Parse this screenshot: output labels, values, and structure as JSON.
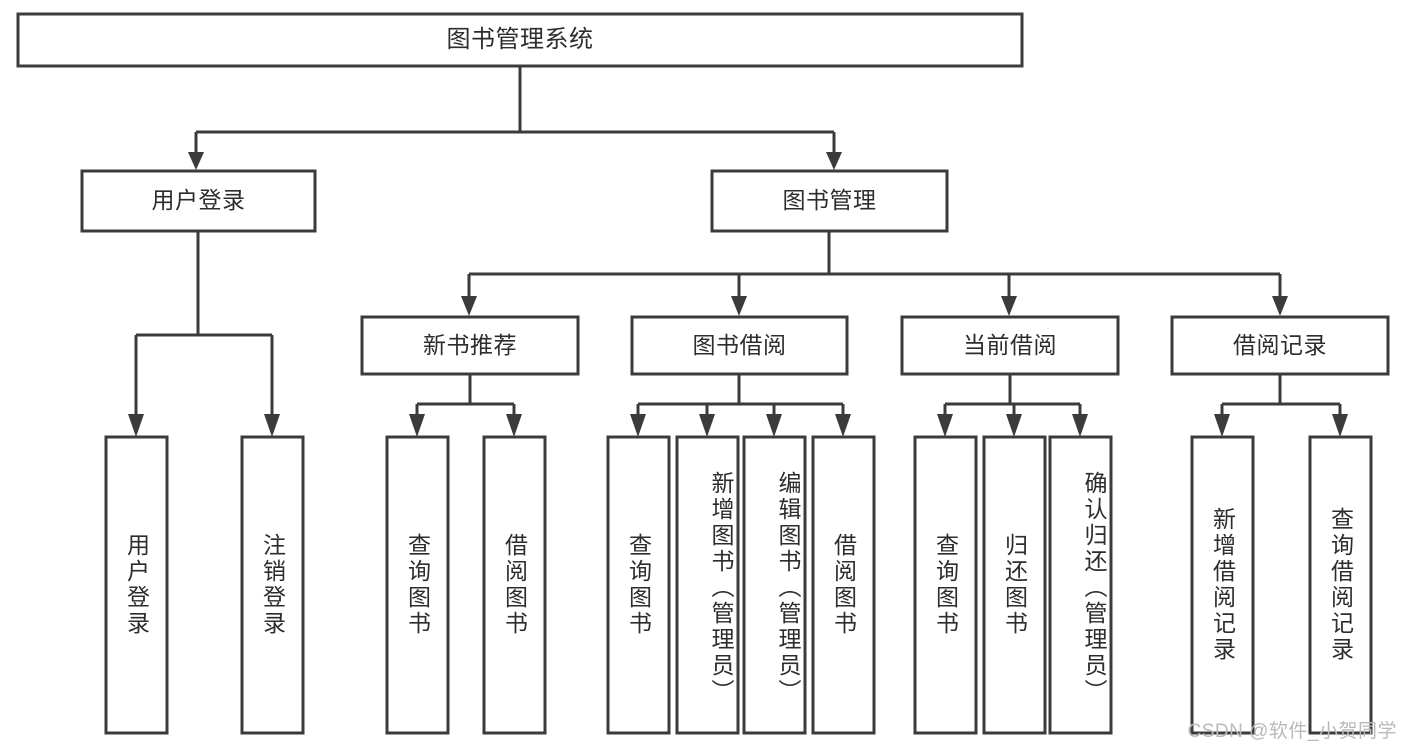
{
  "diagram": {
    "type": "tree-hierarchy",
    "title": "图书管理系统",
    "root": {
      "id": "root",
      "label": "图书管理系统"
    },
    "level2": [
      {
        "id": "user-login",
        "label": "用户登录"
      },
      {
        "id": "book-manage",
        "label": "图书管理"
      }
    ],
    "level3": [
      {
        "id": "new-book-recommend",
        "label": "新书推荐"
      },
      {
        "id": "book-borrow",
        "label": "图书借阅"
      },
      {
        "id": "current-borrow",
        "label": "当前借阅"
      },
      {
        "id": "borrow-record",
        "label": "借阅记录"
      }
    ],
    "leaves": [
      {
        "id": "leaf-user-login",
        "label": "用户登录",
        "parent": "user-login"
      },
      {
        "id": "leaf-logout-login",
        "label": "注销登录",
        "parent": "user-login"
      },
      {
        "id": "leaf-query-book-1",
        "label": "查询图书",
        "parent": "new-book-recommend"
      },
      {
        "id": "leaf-borrow-book-1",
        "label": "借阅图书",
        "parent": "new-book-recommend"
      },
      {
        "id": "leaf-query-book-2",
        "label": "查询图书",
        "parent": "book-borrow"
      },
      {
        "id": "leaf-add-book-admin",
        "label": "新增图书（管理员）",
        "parent": "book-borrow"
      },
      {
        "id": "leaf-edit-book-admin",
        "label": "编辑图书（管理员）",
        "parent": "book-borrow"
      },
      {
        "id": "leaf-borrow-book-2",
        "label": "借阅图书",
        "parent": "book-borrow"
      },
      {
        "id": "leaf-query-book-3",
        "label": "查询图书",
        "parent": "current-borrow"
      },
      {
        "id": "leaf-return-book",
        "label": "归还图书",
        "parent": "current-borrow"
      },
      {
        "id": "leaf-confirm-return-admin",
        "label": "确认归还（管理员）",
        "parent": "current-borrow"
      },
      {
        "id": "leaf-add-borrow-record",
        "label": "新增借阅记录",
        "parent": "borrow-record"
      },
      {
        "id": "leaf-query-borrow-record",
        "label": "查询借阅记录",
        "parent": "borrow-record"
      }
    ],
    "colors": {
      "stroke": "#3b3b3b",
      "fill": "#ffffff",
      "text": "#2d2d2d",
      "watermark": "#b9b9b9"
    }
  },
  "watermark": {
    "text": "CSDN @软件_小贺同学"
  }
}
